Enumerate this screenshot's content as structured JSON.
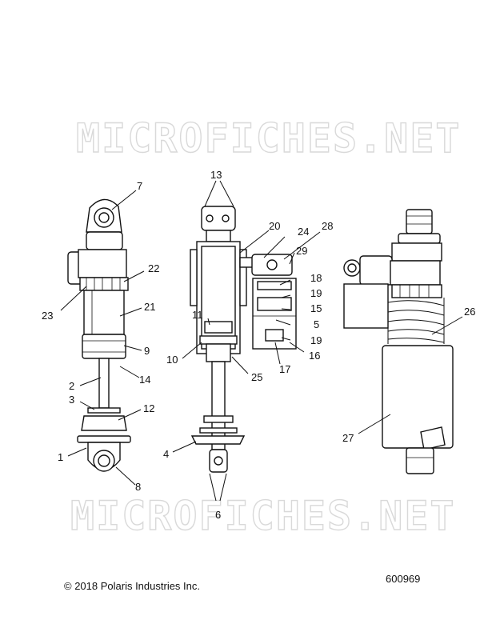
{
  "watermark": {
    "text": "MICROFICHES.NET"
  },
  "callouts": [
    "7",
    "22",
    "23",
    "21",
    "9",
    "14",
    "2",
    "3",
    "12",
    "1",
    "8",
    "13",
    "20",
    "24",
    "28",
    "29",
    "18",
    "19",
    "15",
    "5",
    "11",
    "10",
    "25",
    "16",
    "17",
    "4",
    "6",
    "26",
    "27"
  ],
  "footer": {
    "copyright": "© 2018 Polaris Industries Inc.",
    "diagram_number": "600969"
  }
}
